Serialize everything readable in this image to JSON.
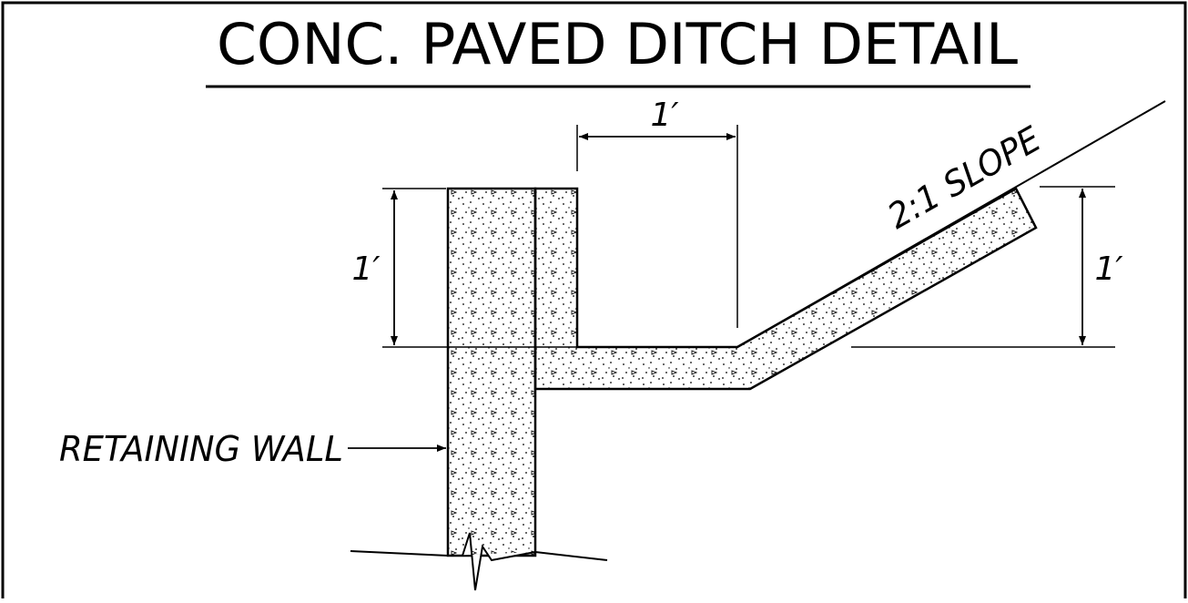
{
  "title": "CONC. PAVED  DITCH  DETAIL",
  "labels": {
    "retaining_wall": "RETAINING WALL",
    "slope": "2:1 SLOPE"
  },
  "dimensions": {
    "top_width": "1′",
    "left_height": "1′",
    "right_height": "1′"
  },
  "colors": {
    "line": "#000000",
    "background": "#ffffff"
  }
}
